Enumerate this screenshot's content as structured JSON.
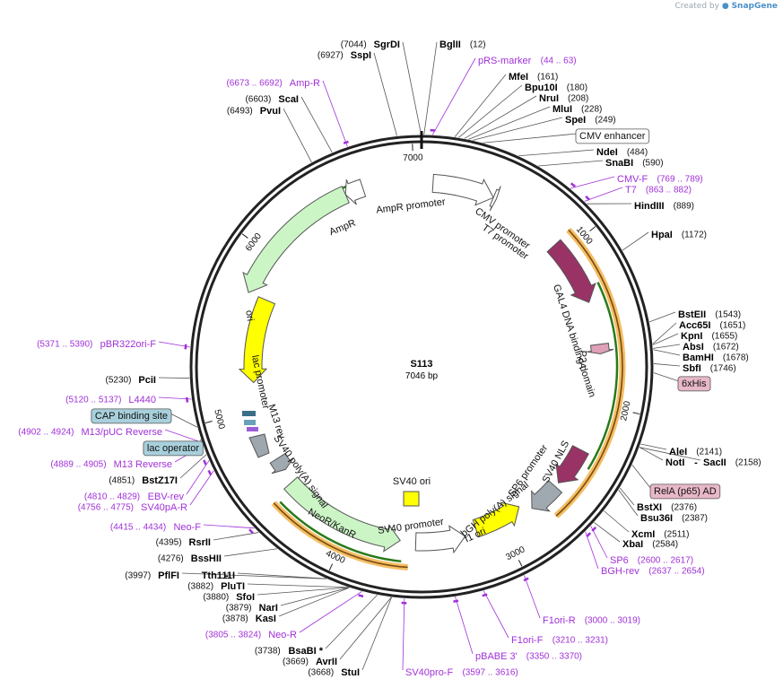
{
  "credit": {
    "prefix": "Created by",
    "brand": "SnapGene"
  },
  "plasmid": {
    "name": "S113",
    "size_label": "7046 bp",
    "length": 7046
  },
  "ticks": [
    1000,
    2000,
    3000,
    4000,
    5000,
    6000,
    7000
  ],
  "features": [
    {
      "label": "AmpR promoter",
      "start": 6580,
      "end": 6690,
      "dir": -1,
      "color": "#ffffff",
      "r": 210
    },
    {
      "label": "AmpR",
      "start": 5740,
      "end": 6580,
      "dir": -1,
      "color": "#ccf5c6",
      "r": 210
    },
    {
      "label": "ori",
      "start": 5180,
      "end": 5740,
      "dir": -1,
      "color": "#ffff00",
      "r": 188
    },
    {
      "label": "CMV promoter",
      "start": 70,
      "end": 450,
      "dir": 1,
      "color": "#ffffff",
      "r": 205
    },
    {
      "label": "T7 promoter",
      "start": 450,
      "end": 470,
      "dir": 1,
      "color": "#ffffff",
      "r": 205
    },
    {
      "label": "GAL4 DNA binding domain",
      "start": 930,
      "end": 1350,
      "dir": 1,
      "color": "#993366",
      "r": 200
    },
    {
      "label": "P2A",
      "start": 1620,
      "end": 1680,
      "dir": 1,
      "color": "#dfa0b8",
      "r": 200
    },
    {
      "label": "SV40 NLS",
      "start": 2300,
      "end": 2550,
      "dir": 1,
      "color": "#993366",
      "r": 200
    },
    {
      "label": "bGH poly(A) signal",
      "start": 2580,
      "end": 2780,
      "dir": 1,
      "color": "#a0a8b0",
      "r": 200
    },
    {
      "label": "f1 ori",
      "start": 2840,
      "end": 3160,
      "dir": -1,
      "color": "#ffff00",
      "r": 190
    },
    {
      "label": "SV40 promoter",
      "start": 3240,
      "end": 3560,
      "dir": -1,
      "color": "#ffffff",
      "r": 195
    },
    {
      "label": "NeoR/KanR",
      "start": 3660,
      "end": 4470,
      "dir": -1,
      "color": "#ccf5c6",
      "r": 195
    },
    {
      "label": "SV40 poly(A) signal",
      "start": 4560,
      "end": 4650,
      "dir": -1,
      "color": "#a0a8b0",
      "r": 190
    }
  ],
  "feature_labels": [
    {
      "id": "AmpR promoter",
      "text": "AmpR promoter"
    },
    {
      "id": "AmpR",
      "text": "AmpR"
    },
    {
      "id": "ori",
      "text": "ori"
    },
    {
      "id": "CMV promoter",
      "text": "CMV promoter"
    },
    {
      "id": "T7 promoter",
      "text": "T7 promoter"
    },
    {
      "id": "GAL4 DNA binding domain",
      "text": "GAL4 DNA binding domain"
    },
    {
      "id": "P2A",
      "text": "P2A"
    },
    {
      "id": "SV40 NLS",
      "text": "SV40 NLS"
    },
    {
      "id": "SP6 promoter",
      "text": "SP6 promoter"
    },
    {
      "id": "bGH poly(A) signal",
      "text": "bGH poly(A) signal"
    },
    {
      "id": "f1 ori",
      "text": "f1 ori"
    },
    {
      "id": "SV40 promoter",
      "text": "SV40 promoter"
    },
    {
      "id": "NeoR/KanR",
      "text": "NeoR/KanR"
    },
    {
      "id": "SV40 poly(A) signal",
      "text": "SV40 poly(A) signal"
    },
    {
      "id": "SV40 ori",
      "text": "SV40 ori"
    },
    {
      "id": "M13 rev",
      "text": "M13 rev"
    },
    {
      "id": "lac promoter",
      "text": "lac promoter"
    }
  ],
  "outer_arcs": [
    {
      "start": 920,
      "end": 2700,
      "color": "#f0a830"
    },
    {
      "start": 3600,
      "end": 4450,
      "color": "#f0a830"
    }
  ],
  "inner_green_arcs": [
    {
      "start": 5800,
      "end": 6690
    },
    {
      "start": 1260,
      "end": 2380
    },
    {
      "start": 3640,
      "end": 4430
    }
  ],
  "site_labels": [
    {
      "name": "SgrDI",
      "pos": "(7044)",
      "bp": 7044
    },
    {
      "name": "SspI",
      "pos": "(6927)",
      "bp": 6927
    },
    {
      "name": "BglII",
      "pos": "(12)",
      "bp": 12
    },
    {
      "name": "pRS-marker",
      "pos": "(44 .. 63)",
      "bp": 53,
      "primer": true
    },
    {
      "name": "MfeI",
      "pos": "(161)",
      "bp": 161
    },
    {
      "name": "Bpu10I",
      "pos": "(180)",
      "bp": 180
    },
    {
      "name": "NruI",
      "pos": "(208)",
      "bp": 208
    },
    {
      "name": "MluI",
      "pos": "(228)",
      "bp": 228
    },
    {
      "name": "SpeI",
      "pos": "(249)",
      "bp": 249
    },
    {
      "name": "CMV enhancer",
      "pos": "",
      "bp": 300,
      "boxed": true,
      "box_color": "#ffffff"
    },
    {
      "name": "NdeI",
      "pos": "(484)",
      "bp": 484
    },
    {
      "name": "SnaBI",
      "pos": "(590)",
      "bp": 590
    },
    {
      "name": "CMV-F",
      "pos": "(769 .. 789)",
      "bp": 779,
      "primer": true
    },
    {
      "name": "T7",
      "pos": "(863 .. 882)",
      "bp": 872,
      "primer": true
    },
    {
      "name": "HindIII",
      "pos": "(889)",
      "bp": 889
    },
    {
      "name": "HpaI",
      "pos": "(1172)",
      "bp": 1172
    },
    {
      "name": "BstEII",
      "pos": "(1543)",
      "bp": 1543
    },
    {
      "name": "Acc65I",
      "pos": "(1651)",
      "bp": 1651
    },
    {
      "name": "KpnI",
      "pos": "(1655)",
      "bp": 1655
    },
    {
      "name": "AbsI",
      "pos": "(1672)",
      "bp": 1672
    },
    {
      "name": "BamHI",
      "pos": "(1678)",
      "bp": 1678
    },
    {
      "name": "SbfI",
      "pos": "(1746)",
      "bp": 1746
    },
    {
      "name": "6xHis",
      "pos": "",
      "bp": 1790,
      "boxed": true,
      "box_color": "#e8b8c8"
    },
    {
      "name": "AleI",
      "pos": "(2141)",
      "bp": 2141
    },
    {
      "name": "NotI",
      "pos": "",
      "bp": 2158
    },
    {
      "name": "SacII",
      "pos": "(2158)",
      "bp": 2158
    },
    {
      "name": "RelA (p65) AD",
      "pos": "",
      "bp": 2250,
      "boxed": true,
      "box_color": "#e8b8c8"
    },
    {
      "name": "BstXI",
      "pos": "(2376)",
      "bp": 2376
    },
    {
      "name": "Bsu36I",
      "pos": "(2387)",
      "bp": 2387
    },
    {
      "name": "XcmI",
      "pos": "(2511)",
      "bp": 2511
    },
    {
      "name": "XbaI",
      "pos": "(2584)",
      "bp": 2584
    },
    {
      "name": "SP6",
      "pos": "(2600 .. 2617)",
      "bp": 2608,
      "primer": true
    },
    {
      "name": "BGH-rev",
      "pos": "(2637 .. 2654)",
      "bp": 2645,
      "primer": true
    },
    {
      "name": "F1ori-R",
      "pos": "(3000 .. 3019)",
      "bp": 3010,
      "primer": true
    },
    {
      "name": "F1ori-F",
      "pos": "(3210 .. 3231)",
      "bp": 3220,
      "primer": true
    },
    {
      "name": "pBABE 3'",
      "pos": "(3350 .. 3370)",
      "bp": 3360,
      "primer": true
    },
    {
      "name": "SV40pro-F",
      "pos": "(3597 .. 3616)",
      "bp": 3606,
      "primer": true
    },
    {
      "name": "StuI",
      "pos": "(3668)",
      "bp": 3668
    },
    {
      "name": "AvrII",
      "pos": "(3669)",
      "bp": 3669
    },
    {
      "name": "BsaBI *",
      "pos": "(3738)",
      "bp": 3738
    },
    {
      "name": "Neo-R",
      "pos": "(3805 .. 3824)",
      "bp": 3814,
      "primer": true
    },
    {
      "name": "KasI",
      "pos": "(3878)",
      "bp": 3878
    },
    {
      "name": "NarI",
      "pos": "(3879)",
      "bp": 3879
    },
    {
      "name": "SfoI",
      "pos": "(3880)",
      "bp": 3880
    },
    {
      "name": "PluTI",
      "pos": "(3882)",
      "bp": 3882
    },
    {
      "name": "PflFI",
      "pos": "(3997)",
      "bp": 3997
    },
    {
      "name": "Tth111I",
      "pos": "",
      "bp": 3997
    },
    {
      "name": "BssHII",
      "pos": "(4276)",
      "bp": 4276
    },
    {
      "name": "RsrII",
      "pos": "(4395)",
      "bp": 4395
    },
    {
      "name": "Neo-F",
      "pos": "(4415 .. 4434)",
      "bp": 4424,
      "primer": true
    },
    {
      "name": "SV40pA-R",
      "pos": "(4756 .. 4775)",
      "bp": 4765,
      "primer": true
    },
    {
      "name": "EBV-rev",
      "pos": "(4810 .. 4829)",
      "bp": 4819,
      "primer": true
    },
    {
      "name": "BstZ17I",
      "pos": "(4851)",
      "bp": 4851
    },
    {
      "name": "M13 Reverse",
      "pos": "(4889 .. 4905)",
      "bp": 4897,
      "primer": true
    },
    {
      "name": "lac operator",
      "pos": "",
      "bp": 4930,
      "boxed": true,
      "box_color": "#a8d0dc"
    },
    {
      "name": "M13/pUC Reverse",
      "pos": "(4902 .. 4924)",
      "bp": 4913,
      "primer": true
    },
    {
      "name": "CAP binding site",
      "pos": "",
      "bp": 4990,
      "boxed": true,
      "box_color": "#a8d0dc"
    },
    {
      "name": "L4440",
      "pos": "(5120 .. 5137)",
      "bp": 5128,
      "primer": true
    },
    {
      "name": "PciI",
      "pos": "(5230)",
      "bp": 5230
    },
    {
      "name": "pBR322ori-F",
      "pos": "(5371 .. 5390)",
      "bp": 5380,
      "primer": true
    },
    {
      "name": "PvuI",
      "pos": "(6493)",
      "bp": 6493
    },
    {
      "name": "ScaI",
      "pos": "(6603)",
      "bp": 6603
    },
    {
      "name": "Amp-R",
      "pos": "(6673 .. 6692)",
      "bp": 6682,
      "primer": true
    }
  ]
}
